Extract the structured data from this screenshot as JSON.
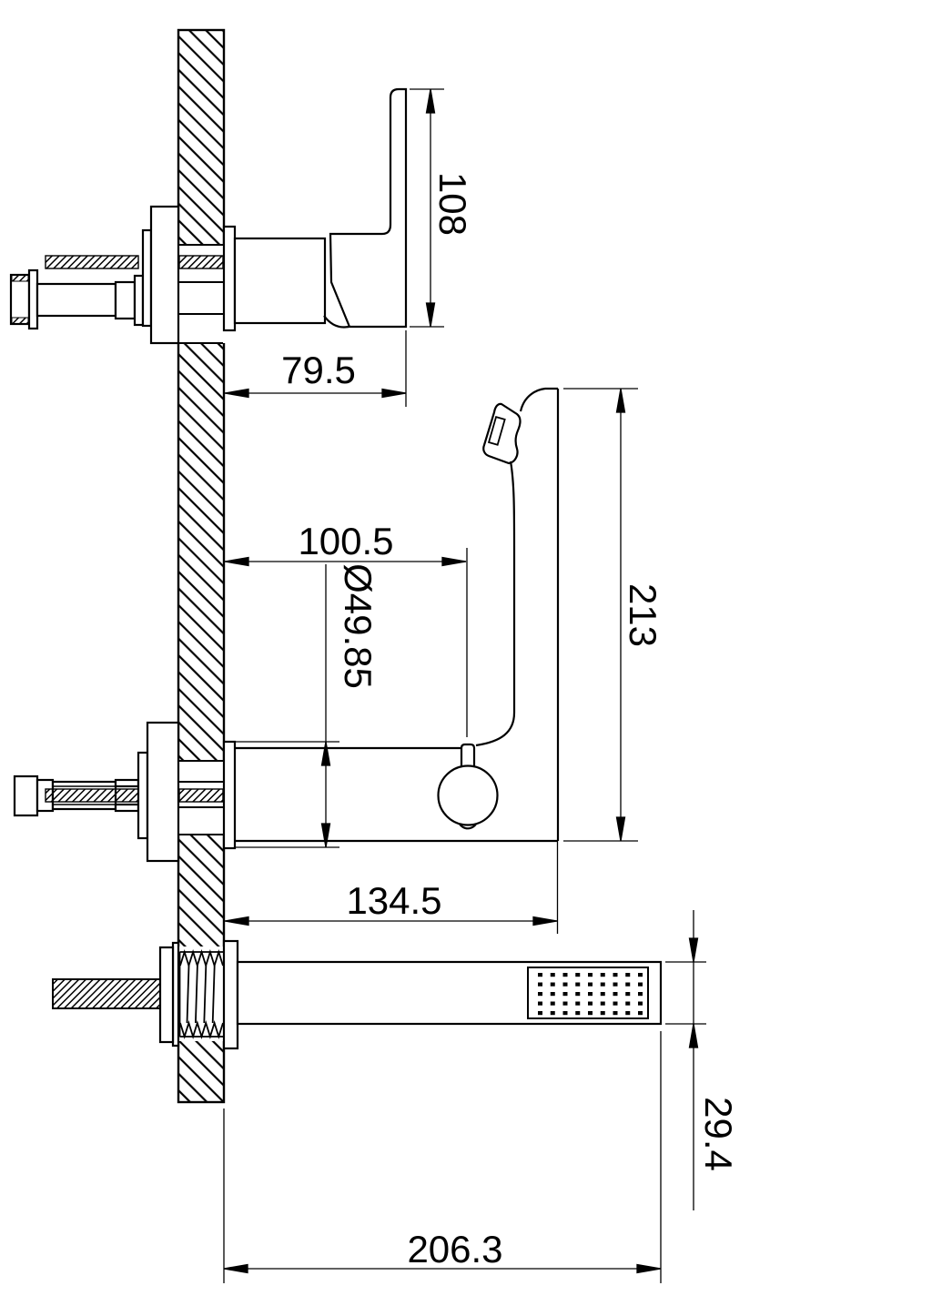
{
  "drawing": {
    "type": "technical-dimension-drawing",
    "subject": "wall-mounted bath mixer side elevation",
    "colors": {
      "line": "#000000",
      "background": "#ffffff"
    }
  },
  "dimensions": {
    "handle_height": "108",
    "handle_projection": "79.5",
    "diverter_offset": "100.5",
    "trim_diameter": "Ø49.85",
    "spout_total_height": "213",
    "spout_projection": "134.5",
    "wand_thickness": "29.4",
    "wand_projection": "206.3"
  },
  "hand_shower": {
    "spray_grid": {
      "rows": 5,
      "cols": 9
    }
  }
}
